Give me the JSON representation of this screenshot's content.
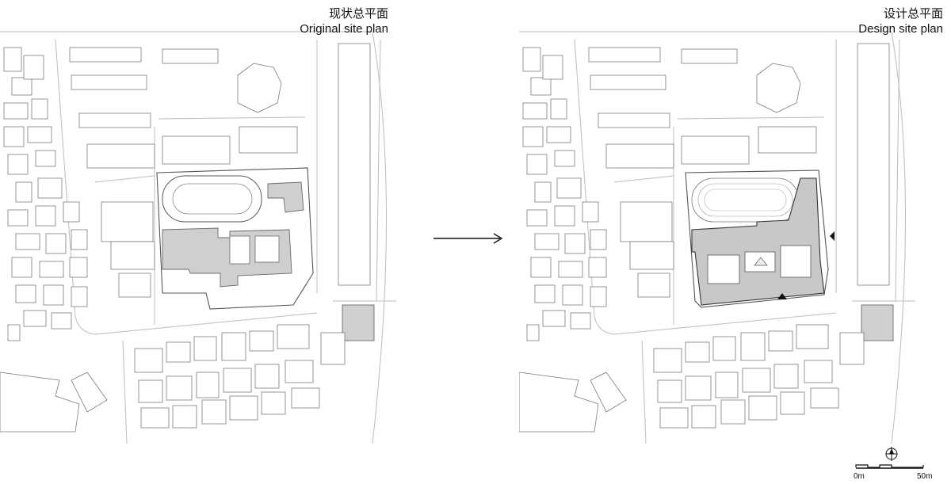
{
  "original": {
    "title_cn": "现状总平面",
    "title_en": "Original site plan"
  },
  "design": {
    "title_cn": "设计总平面",
    "title_en": "Design site plan"
  },
  "scale": {
    "start_label": "0m",
    "end_label": "50m"
  },
  "colors": {
    "existing_fill": "#cfcfcf",
    "design_fill": "#c8c8c8",
    "outline": "#7a7a7a",
    "roads": "#bdbdbd"
  },
  "icons": [
    "right-arrow-icon",
    "north-arrow-icon",
    "entrance-marker-icon"
  ]
}
